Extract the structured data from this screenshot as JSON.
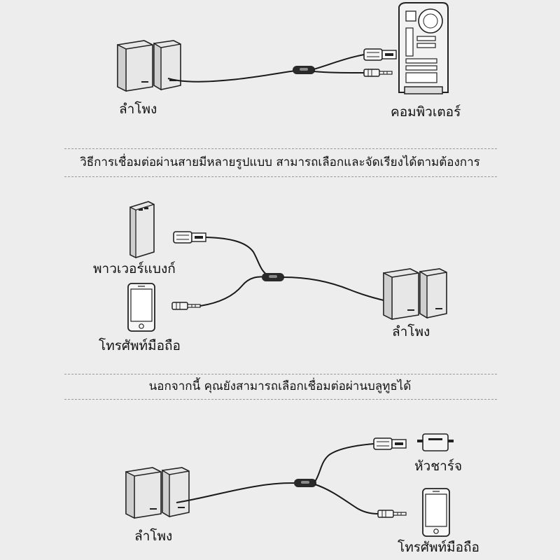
{
  "section1": {
    "speaker_label": "ลำโพง",
    "computer_label": "คอมพิวเตอร์"
  },
  "caption1": "วิธีการเชื่อมต่อผ่านสายมีหลายรูปแบบ สามารถเลือกและจัดเรียงได้ตามต้องการ",
  "section2": {
    "powerbank_label": "พาวเวอร์แบงก์",
    "phone_label": "โทรศัพท์มือถือ",
    "speaker_label": "ลำโพง"
  },
  "caption2": "นอกจากนี้ คุณยังสามารถเลือกเชื่อมต่อผ่านบลูทูธได้",
  "section3": {
    "charger_label": "หัวชาร์จ",
    "phone_label": "โทรศัพท์มือถือ",
    "speaker_label": "ลำโพง"
  },
  "icons": [
    "speaker-pair-icon",
    "computer-tower-icon",
    "usb-plug-icon",
    "audio-jack-icon",
    "inline-switch-icon",
    "power-bank-icon",
    "smartphone-icon",
    "usb-charger-icon"
  ]
}
